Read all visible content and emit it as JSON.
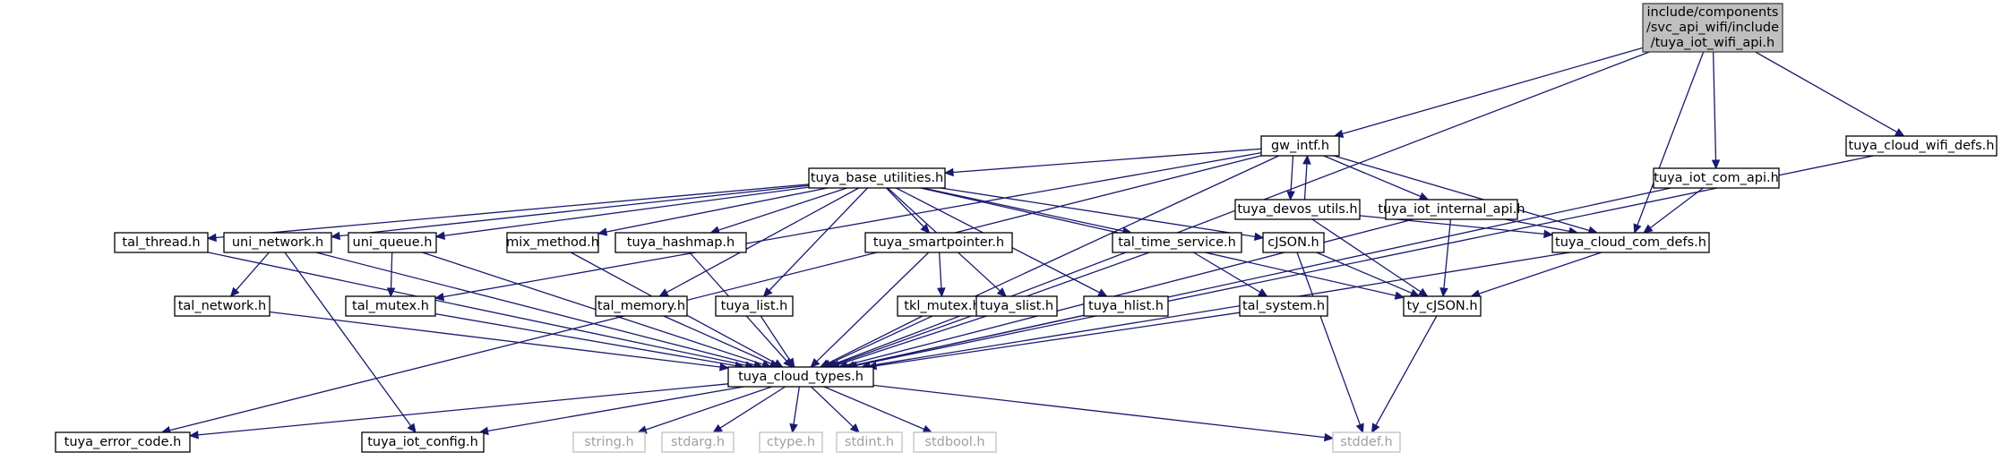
{
  "graph": {
    "title": "",
    "nodes": [
      {
        "id": "root",
        "lines": [
          "include/components",
          "/svc_api_wifi/include",
          "/tuya_iot_wifi_api.h"
        ],
        "style": "root"
      },
      {
        "id": "gw_intf",
        "lines": [
          "gw_intf.h"
        ],
        "style": "normal"
      },
      {
        "id": "cloud_wifi_defs",
        "lines": [
          "tuya_cloud_wifi_defs.h"
        ],
        "style": "normal"
      },
      {
        "id": "base_utilities",
        "lines": [
          "tuya_base_utilities.h"
        ],
        "style": "normal"
      },
      {
        "id": "devos_utils",
        "lines": [
          "tuya_devos_utils.h"
        ],
        "style": "normal"
      },
      {
        "id": "iot_internal_api",
        "lines": [
          "tuya_iot_internal_api.h"
        ],
        "style": "normal"
      },
      {
        "id": "iot_com_api",
        "lines": [
          "tuya_iot_com_api.h"
        ],
        "style": "normal"
      },
      {
        "id": "tal_thread",
        "lines": [
          "tal_thread.h"
        ],
        "style": "normal"
      },
      {
        "id": "uni_network",
        "lines": [
          "uni_network.h"
        ],
        "style": "normal"
      },
      {
        "id": "uni_queue",
        "lines": [
          "uni_queue.h"
        ],
        "style": "normal"
      },
      {
        "id": "mix_method",
        "lines": [
          "mix_method.h"
        ],
        "style": "normal"
      },
      {
        "id": "hashmap",
        "lines": [
          "tuya_hashmap.h"
        ],
        "style": "normal"
      },
      {
        "id": "smartpointer",
        "lines": [
          "tuya_smartpointer.h"
        ],
        "style": "normal"
      },
      {
        "id": "tal_time_service",
        "lines": [
          "tal_time_service.h"
        ],
        "style": "normal"
      },
      {
        "id": "cjson",
        "lines": [
          "cJSON.h"
        ],
        "style": "normal"
      },
      {
        "id": "cloud_com_defs",
        "lines": [
          "tuya_cloud_com_defs.h"
        ],
        "style": "normal"
      },
      {
        "id": "tal_network",
        "lines": [
          "tal_network.h"
        ],
        "style": "normal"
      },
      {
        "id": "tal_mutex",
        "lines": [
          "tal_mutex.h"
        ],
        "style": "normal"
      },
      {
        "id": "tal_memory",
        "lines": [
          "tal_memory.h"
        ],
        "style": "normal"
      },
      {
        "id": "tuya_list",
        "lines": [
          "tuya_list.h"
        ],
        "style": "normal"
      },
      {
        "id": "tkl_mutex",
        "lines": [
          "tkl_mutex.h"
        ],
        "style": "normal"
      },
      {
        "id": "slist",
        "lines": [
          "tuya_slist.h"
        ],
        "style": "normal"
      },
      {
        "id": "hlist",
        "lines": [
          "tuya_hlist.h"
        ],
        "style": "normal"
      },
      {
        "id": "tal_system",
        "lines": [
          "tal_system.h"
        ],
        "style": "normal"
      },
      {
        "id": "ty_cjson",
        "lines": [
          "ty_cJSON.h"
        ],
        "style": "normal"
      },
      {
        "id": "cloud_types",
        "lines": [
          "tuya_cloud_types.h"
        ],
        "style": "normal"
      },
      {
        "id": "error_code",
        "lines": [
          "tuya_error_code.h"
        ],
        "style": "normal"
      },
      {
        "id": "iot_config",
        "lines": [
          "tuya_iot_config.h"
        ],
        "style": "normal"
      },
      {
        "id": "string_h",
        "lines": [
          "string.h"
        ],
        "style": "system"
      },
      {
        "id": "stdarg_h",
        "lines": [
          "stdarg.h"
        ],
        "style": "system"
      },
      {
        "id": "ctype_h",
        "lines": [
          "ctype.h"
        ],
        "style": "system"
      },
      {
        "id": "stdint_h",
        "lines": [
          "stdint.h"
        ],
        "style": "system"
      },
      {
        "id": "stdbool_h",
        "lines": [
          "stdbool.h"
        ],
        "style": "system"
      },
      {
        "id": "stddef_h",
        "lines": [
          "stddef.h"
        ],
        "style": "system"
      }
    ],
    "edges": [
      [
        "root",
        "gw_intf"
      ],
      [
        "root",
        "cloud_com_defs"
      ],
      [
        "root",
        "iot_com_api"
      ],
      [
        "root",
        "cloud_wifi_defs"
      ],
      [
        "root",
        "cloud_types"
      ],
      [
        "gw_intf",
        "base_utilities"
      ],
      [
        "gw_intf",
        "devos_utils"
      ],
      [
        "gw_intf",
        "iot_internal_api"
      ],
      [
        "gw_intf",
        "cloud_com_defs"
      ],
      [
        "gw_intf",
        "tal_mutex"
      ],
      [
        "gw_intf",
        "cloud_types"
      ],
      [
        "gw_intf",
        "error_code"
      ],
      [
        "devos_utils",
        "gw_intf"
      ],
      [
        "devos_utils",
        "ty_cjson"
      ],
      [
        "devos_utils",
        "cloud_com_defs"
      ],
      [
        "iot_internal_api",
        "cloud_com_defs"
      ],
      [
        "iot_internal_api",
        "ty_cjson"
      ],
      [
        "iot_internal_api",
        "cloud_types"
      ],
      [
        "iot_com_api",
        "cloud_com_defs"
      ],
      [
        "iot_com_api",
        "cloud_types"
      ],
      [
        "cloud_wifi_defs",
        "cloud_types"
      ],
      [
        "base_utilities",
        "tal_thread"
      ],
      [
        "base_utilities",
        "uni_network"
      ],
      [
        "base_utilities",
        "uni_queue"
      ],
      [
        "base_utilities",
        "mix_method"
      ],
      [
        "base_utilities",
        "hashmap"
      ],
      [
        "base_utilities",
        "smartpointer"
      ],
      [
        "base_utilities",
        "tal_time_service"
      ],
      [
        "base_utilities",
        "cjson"
      ],
      [
        "base_utilities",
        "ty_cjson"
      ],
      [
        "base_utilities",
        "tal_memory"
      ],
      [
        "base_utilities",
        "tuya_list"
      ],
      [
        "base_utilities",
        "slist"
      ],
      [
        "base_utilities",
        "hlist"
      ],
      [
        "tal_thread",
        "cloud_types"
      ],
      [
        "uni_network",
        "tal_network"
      ],
      [
        "uni_network",
        "cloud_types"
      ],
      [
        "uni_network",
        "iot_config"
      ],
      [
        "uni_queue",
        "tal_mutex"
      ],
      [
        "uni_queue",
        "cloud_types"
      ],
      [
        "mix_method",
        "cloud_types"
      ],
      [
        "hashmap",
        "cloud_types"
      ],
      [
        "smartpointer",
        "tkl_mutex"
      ],
      [
        "smartpointer",
        "cloud_types"
      ],
      [
        "tal_time_service",
        "tal_system"
      ],
      [
        "tal_time_service",
        "cloud_types"
      ],
      [
        "cjson",
        "ty_cjson"
      ],
      [
        "cjson",
        "stddef_h"
      ],
      [
        "cloud_com_defs",
        "ty_cjson"
      ],
      [
        "cloud_com_defs",
        "cloud_types"
      ],
      [
        "tal_network",
        "cloud_types"
      ],
      [
        "tal_mutex",
        "cloud_types"
      ],
      [
        "tal_memory",
        "cloud_types"
      ],
      [
        "tuya_list",
        "cloud_types"
      ],
      [
        "tkl_mutex",
        "cloud_types"
      ],
      [
        "slist",
        "cloud_types"
      ],
      [
        "hlist",
        "cloud_types"
      ],
      [
        "tal_system",
        "cloud_types"
      ],
      [
        "ty_cjson",
        "stddef_h"
      ],
      [
        "cloud_types",
        "error_code"
      ],
      [
        "cloud_types",
        "iot_config"
      ],
      [
        "cloud_types",
        "string_h"
      ],
      [
        "cloud_types",
        "stdarg_h"
      ],
      [
        "cloud_types",
        "ctype_h"
      ],
      [
        "cloud_types",
        "stdint_h"
      ],
      [
        "cloud_types",
        "stdbool_h"
      ],
      [
        "cloud_types",
        "stddef_h"
      ]
    ]
  },
  "colors": {
    "edge": "#191970",
    "node_border": "#000000",
    "node_fill": "#ffffff",
    "root_fill": "#bfbfbf",
    "root_border": "#404040",
    "system_text": "#a0a0a0",
    "system_border": "#c0c0c0",
    "text": "#000000"
  }
}
